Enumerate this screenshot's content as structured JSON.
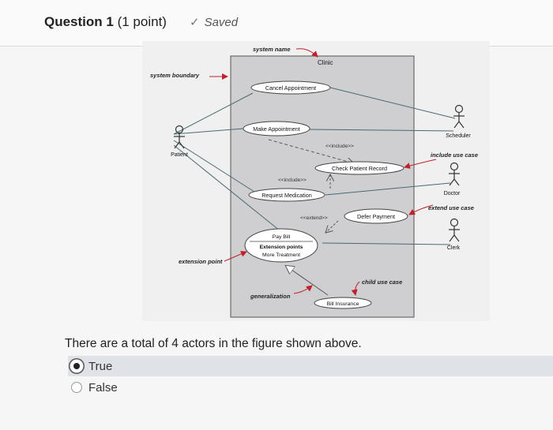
{
  "header": {
    "question_label": "Question 1",
    "points": "(1 point)",
    "saved": "Saved"
  },
  "diagram": {
    "system_name": "Clinic",
    "annotations": {
      "system_name": "system name",
      "system_boundary": "system boundary",
      "include_use_case": "include use case",
      "extend_use_case": "extend use case",
      "extension_point": "extension point",
      "child_use_case": "child use case",
      "generalization": "generalization"
    },
    "actors": {
      "patient": "Patient",
      "scheduler": "Scheduler",
      "doctor": "Doctor",
      "clerk": "Clerk"
    },
    "use_cases": {
      "cancel_appointment": "Cancel Appointment",
      "make_appointment": "Make Appointment",
      "check_patient_record": "Check Patient Record",
      "request_medication": "Request Medication",
      "defer_payment": "Defer Payment",
      "pay_bill": "Pay Bill",
      "extension_points": "Extension points",
      "more_treatment": "More Treatment",
      "bill_insurance": "Bill Insurance"
    },
    "stereotypes": {
      "include_1": "<<include>>",
      "include_2": "<<include>>",
      "extend": "<<extend>>"
    }
  },
  "question": {
    "text": "There are a total of 4 actors in the figure shown above.",
    "options": [
      {
        "label": "True",
        "selected": true
      },
      {
        "label": "False",
        "selected": false
      }
    ]
  }
}
